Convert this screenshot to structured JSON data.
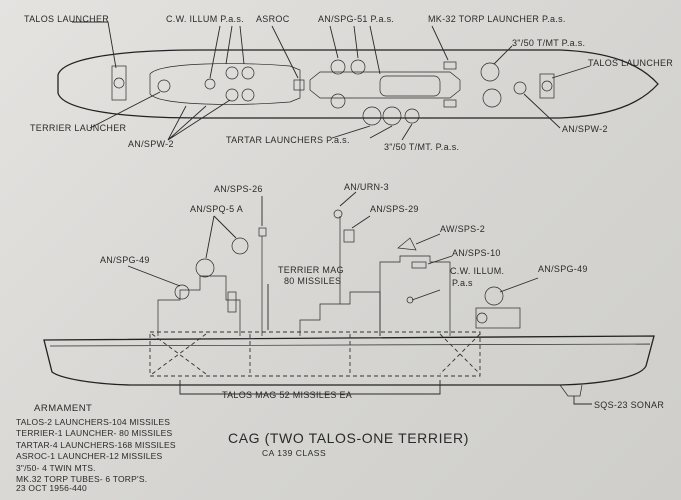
{
  "plan_view": {
    "labels": {
      "talos_launcher_fwd": "TALOS LAUNCHER",
      "cw_illum_fwd": "C.W. ILLUM P.a.s.",
      "asroc": "ASROC",
      "spg51": "AN/SPG-51 P.a.s.",
      "mk32": "MK-32 TORP LAUNCHER P.a.s.",
      "gun_fwd": "3\"/50 T/MT P.a.s.",
      "talos_launcher_aft": "TALOS LAUNCHER",
      "terrier_launcher": "TERRIER LAUNCHER",
      "spw2_fwd": "AN/SPW-2",
      "tartar": "TARTAR LAUNCHERS P.a.s.",
      "gun_aft": "3\"/50 T/MT. P.a.s.",
      "spw2_aft": "AN/SPW-2"
    }
  },
  "profile_view": {
    "labels": {
      "sps26": "AN/SPS-26",
      "urn3": "AN/URN-3",
      "spq5a": "AN/SPQ-5 A",
      "sps29": "AN/SPS-29",
      "sps2": "AW/SPS-2",
      "sps10": "AN/SPS-10",
      "spg49_fwd": "AN/SPG-49",
      "terrier_mag": "TERRIER MAG",
      "terrier_mag_count": "80 MISSILES",
      "cw_illum_aft": "C.W. ILLUM.",
      "cw_illum_aft_pas": "P.a.s",
      "spg49_aft": "AN/SPG-49",
      "talos_mag": "TALOS MAG 52 MISSILES EA",
      "sonar": "SQS-23 SONAR"
    }
  },
  "armament": {
    "heading": "ARMAMENT",
    "items": [
      "TALOS-2 LAUNCHERS-104 MISSILES",
      "TERRIER-1 LAUNCHER- 80 MISSILES",
      "TARTAR-4 LAUNCHERS-168 MISSILES",
      "ASROC-1 LAUNCHER-12 MISSILES",
      "3\"/50- 4 TWIN MTS.",
      "MK.32 TORP TUBES- 6 TORP'S."
    ],
    "date": "23 OCT 1956-440"
  },
  "title_block": {
    "title": "CAG (TWO TALOS-ONE TERRIER)",
    "subtitle": "CA 139 CLASS"
  }
}
